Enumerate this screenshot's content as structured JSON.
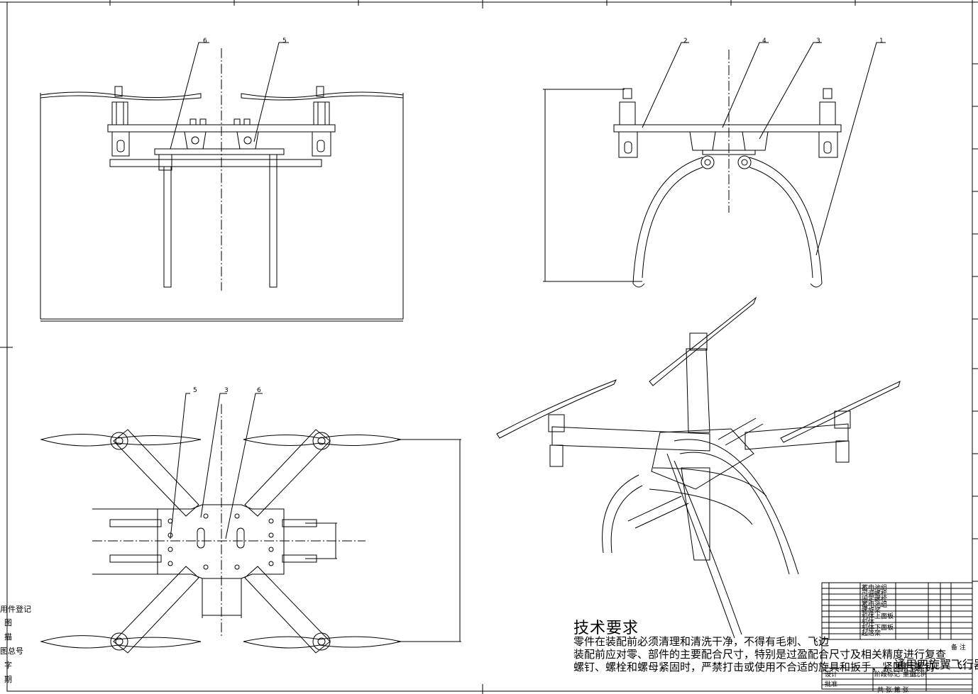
{
  "sheet": {
    "colors": {
      "line": "#000000",
      "paper": "#ffffff",
      "centerline": "#000000"
    }
  },
  "left_margin": {
    "labels": [
      "用件登记",
      "图",
      "描",
      "图总号",
      "字",
      "期"
    ]
  },
  "tech_requirements": {
    "title": "技术要求",
    "lines": [
      "零件在装配前必须清理和清洗干净，不得有毛刺、飞边",
      "装配前应对零、部件的主要配合尺寸，特别是过盈配合尺寸及相关精度进行复查",
      "螺钉、螺栓和螺母紧固时，严禁打击或使用不合适的旋具和扳手，紧固后螺钉"
    ]
  },
  "title_block": {
    "parts": [
      "蓄电池组",
      "可调螺栓",
      "固定螺栓",
      "蓄电池组",
      "螺旋桨",
      "机体上面板",
      "机体",
      "机体下面板",
      "起落架"
    ],
    "drawing_name": "通用四旋翼飞行器",
    "header_right": "备 注",
    "stage_label": "阶段标记",
    "weight_label": "重量",
    "scale_label": "比例",
    "sheets_label": "共   张   第   张",
    "approve_label": "批准",
    "design_label": "设计"
  },
  "balloons": {
    "front_view": [
      "6",
      "5"
    ],
    "side_view": [
      "2",
      "4",
      "3",
      "1"
    ],
    "top_view": [
      "5",
      "3",
      "6"
    ]
  }
}
